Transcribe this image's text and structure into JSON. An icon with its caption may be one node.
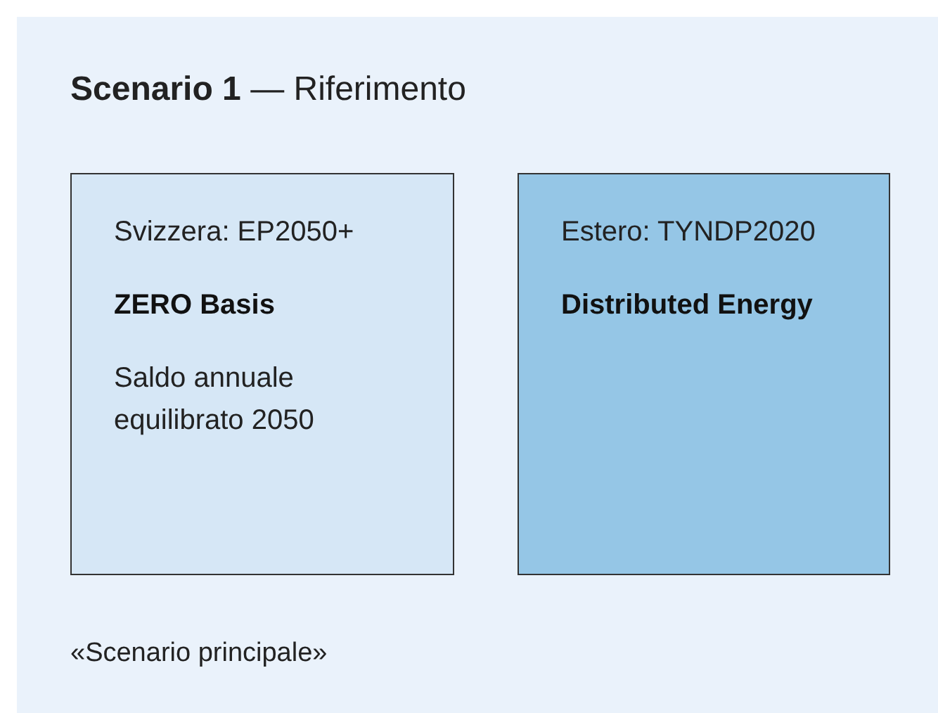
{
  "diagram": {
    "nodes": [
      {
        "text": [
          "**Scenario 1** — Riferimento",
          "«Scenario principale»"
        ]
      },
      {
        "text": [
          "Svizzera: EP2050+",
          "ZERO Basis",
          "Saldo annuale equilibrato 2050"
        ],
        "in": 0
      },
      {
        "text": [
          "Estero: TYNDP2020",
          "Distributed Energy"
        ],
        "in": 0
      }
    ],
    "edges": []
  }
}
